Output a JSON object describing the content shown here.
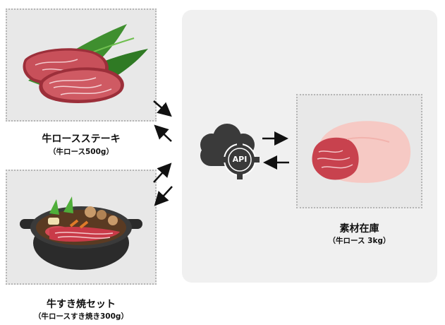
{
  "products": [
    {
      "title": "牛ロースステーキ",
      "subtitle": "（牛ロース500g）"
    },
    {
      "title": "牛すき焼セット",
      "subtitle": "（牛ロースすき焼き300g）"
    }
  ],
  "inventory": {
    "title": "素材在庫",
    "subtitle": "（牛ロース 3kg）"
  },
  "api": {
    "label": "API"
  },
  "icons": [
    "steak-image",
    "sukiyaki-pot-image",
    "cloud-api-icon",
    "beef-block-image",
    "arrow-icon"
  ]
}
